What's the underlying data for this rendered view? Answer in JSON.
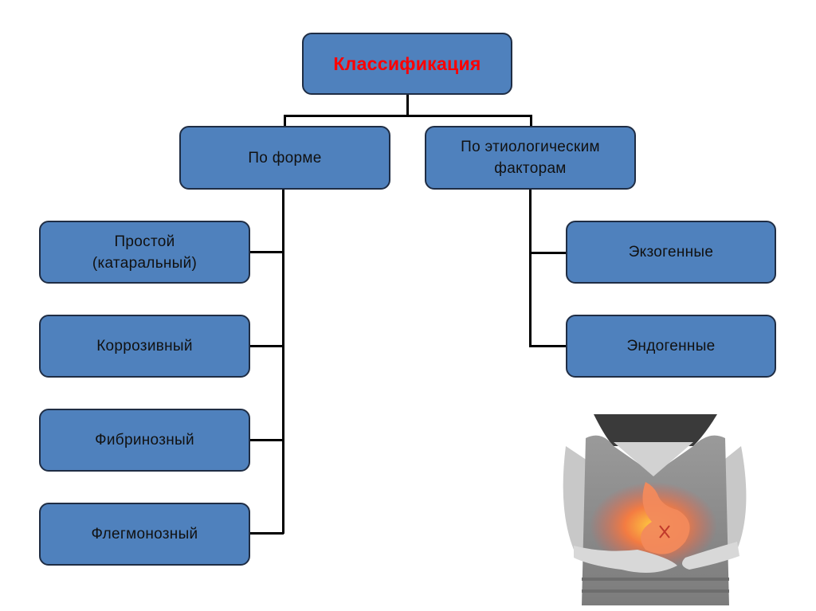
{
  "diagram": {
    "title": "Классификация",
    "title_color": "#ff0000",
    "box_color": "#4f81bd",
    "branches": [
      {
        "label_lines": [
          "По форме"
        ],
        "children": [
          {
            "label_lines": [
              "Простой",
              "(катаральный)"
            ]
          },
          {
            "label_lines": [
              "Коррозивный"
            ]
          },
          {
            "label_lines": [
              "Фибринозный"
            ]
          },
          {
            "label_lines": [
              "Флегмонозный"
            ]
          }
        ]
      },
      {
        "label_lines": [
          "По этиологическим",
          "факторам"
        ],
        "children": [
          {
            "label_lines": [
              "Экзогенные"
            ]
          },
          {
            "label_lines": [
              "Эндогенные"
            ]
          }
        ]
      }
    ]
  },
  "illustration": {
    "description": "Woman holding stomach with inflamed stomach overlay",
    "icon": "stomach-pain-illustration"
  }
}
